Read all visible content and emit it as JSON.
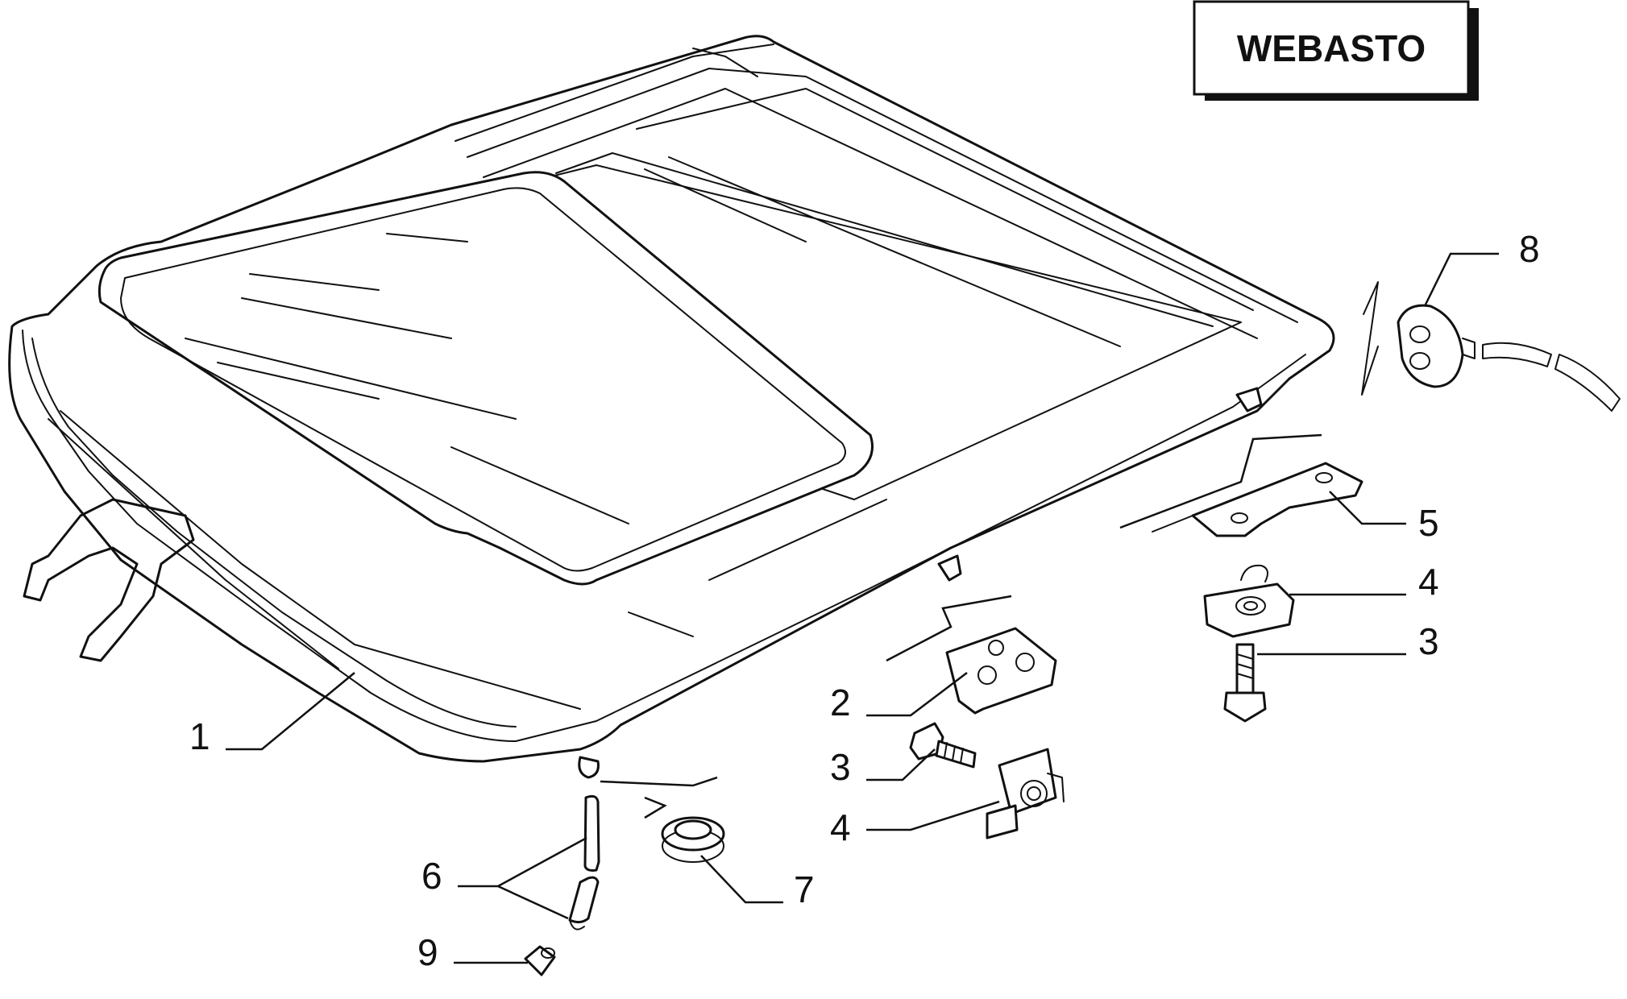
{
  "title": "WEBASTO",
  "callouts": [
    {
      "id": "1",
      "label": "1"
    },
    {
      "id": "2",
      "label": "2"
    },
    {
      "id": "3a",
      "label": "3"
    },
    {
      "id": "3b",
      "label": "3"
    },
    {
      "id": "4a",
      "label": "4"
    },
    {
      "id": "4b",
      "label": "4"
    },
    {
      "id": "5",
      "label": "5"
    },
    {
      "id": "6",
      "label": "6"
    },
    {
      "id": "7",
      "label": "7"
    },
    {
      "id": "8",
      "label": "8"
    },
    {
      "id": "9",
      "label": "9"
    }
  ]
}
